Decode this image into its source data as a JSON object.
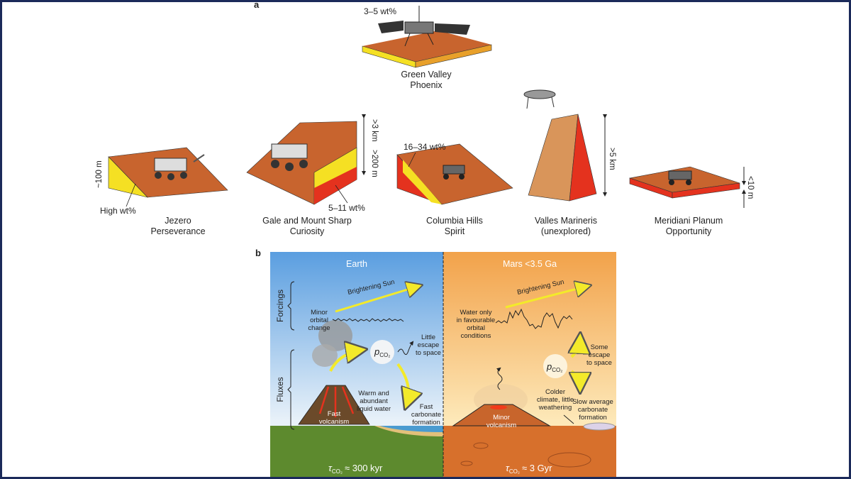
{
  "panel_a": {
    "label": "a",
    "sites": [
      {
        "name": "Green Valley",
        "mission": "Phoenix",
        "annotation": "3–5 wt%"
      },
      {
        "name": "Jezero",
        "mission": "Perseverance",
        "annotation": "High wt%",
        "scale": "~100 m"
      },
      {
        "name": "Gale and Mount Sharp",
        "mission": "Curiosity",
        "annotation": "5–11 wt%",
        "scale_top": ">3 km",
        "scale_bottom": ">200 m"
      },
      {
        "name": "Columbia Hills",
        "mission": "Spirit",
        "annotation": "16–34 wt%"
      },
      {
        "name": "Valles Marineris",
        "mission": "(unexplored)",
        "scale": ">5 km"
      },
      {
        "name": "Meridiani Planum",
        "mission": "Opportunity",
        "scale": "<10 m"
      }
    ]
  },
  "panel_b": {
    "label": "b",
    "side_labels": {
      "forcings": "Forcings",
      "fluxes": "Fluxes"
    },
    "earth": {
      "title": "Earth",
      "sun": "Brightening Sun",
      "orbital": [
        "Minor",
        "orbital",
        "change"
      ],
      "pco2": "p",
      "pco2_sub": "CO₂",
      "escape": [
        "Little",
        "escape",
        "to space"
      ],
      "water": [
        "Warm and",
        "abundant",
        "liquid water"
      ],
      "volcanism": [
        "Fast",
        "volcanism"
      ],
      "carbonate": [
        "Fast",
        "carbonate",
        "formation"
      ],
      "timescale": "≈ 300 kyr"
    },
    "mars": {
      "title": "Mars <3.5 Ga",
      "sun": "Brightening Sun",
      "orbital": [
        "Water only",
        "in favourable",
        "orbital",
        "conditions"
      ],
      "pco2": "p",
      "pco2_sub": "CO₂",
      "escape": [
        "Some",
        "escape",
        "to space"
      ],
      "climate": [
        "Colder",
        "climate, little",
        "weathering"
      ],
      "volcanism": [
        "Minor",
        "volcanism"
      ],
      "carbonate": [
        "Slow average",
        "carbonate",
        "formation"
      ],
      "timescale": "≈ 3 Gyr"
    },
    "tau": "τ"
  },
  "colors": {
    "border": "#1b2a5a",
    "rock": "#c8642e",
    "yellow": "#f5e023",
    "red": "#e4321e"
  }
}
